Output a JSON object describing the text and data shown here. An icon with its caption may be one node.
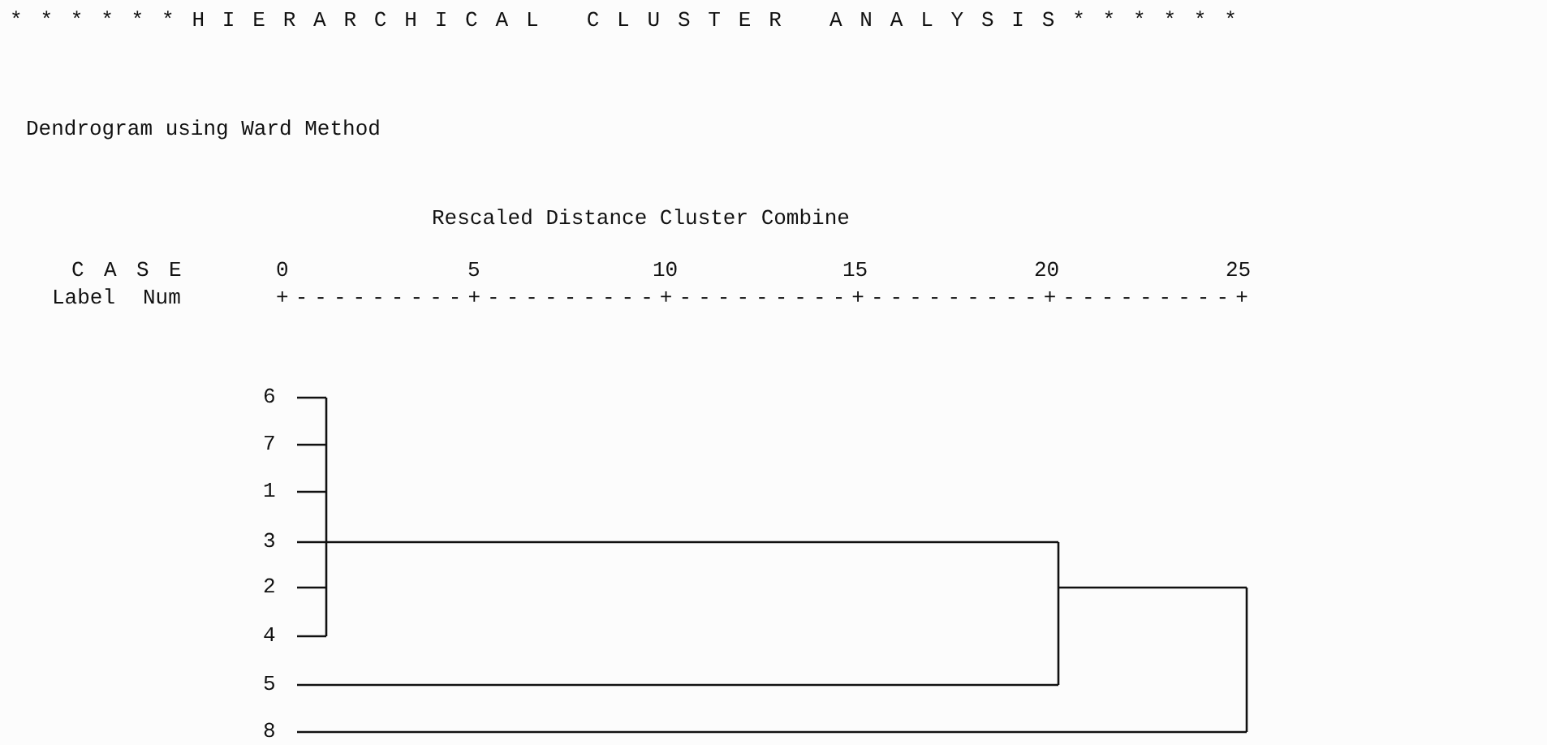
{
  "diagram": {
    "title": "* * * * * * H I E R A R C H I C A L   C L U S T E R   A N A L Y S I S * * * * * *",
    "labels": [
      "Dendrogram using Ward Method",
      "Rescaled Distance Cluster Combine",
      "C A S E",
      "0",
      "5",
      "10",
      "15",
      "20",
      "25",
      "Label",
      "Num",
      "+---------+---------+---------+---------+---------+",
      "6",
      "7",
      "1",
      "3",
      "2",
      "4",
      "5",
      "8"
    ]
  }
}
